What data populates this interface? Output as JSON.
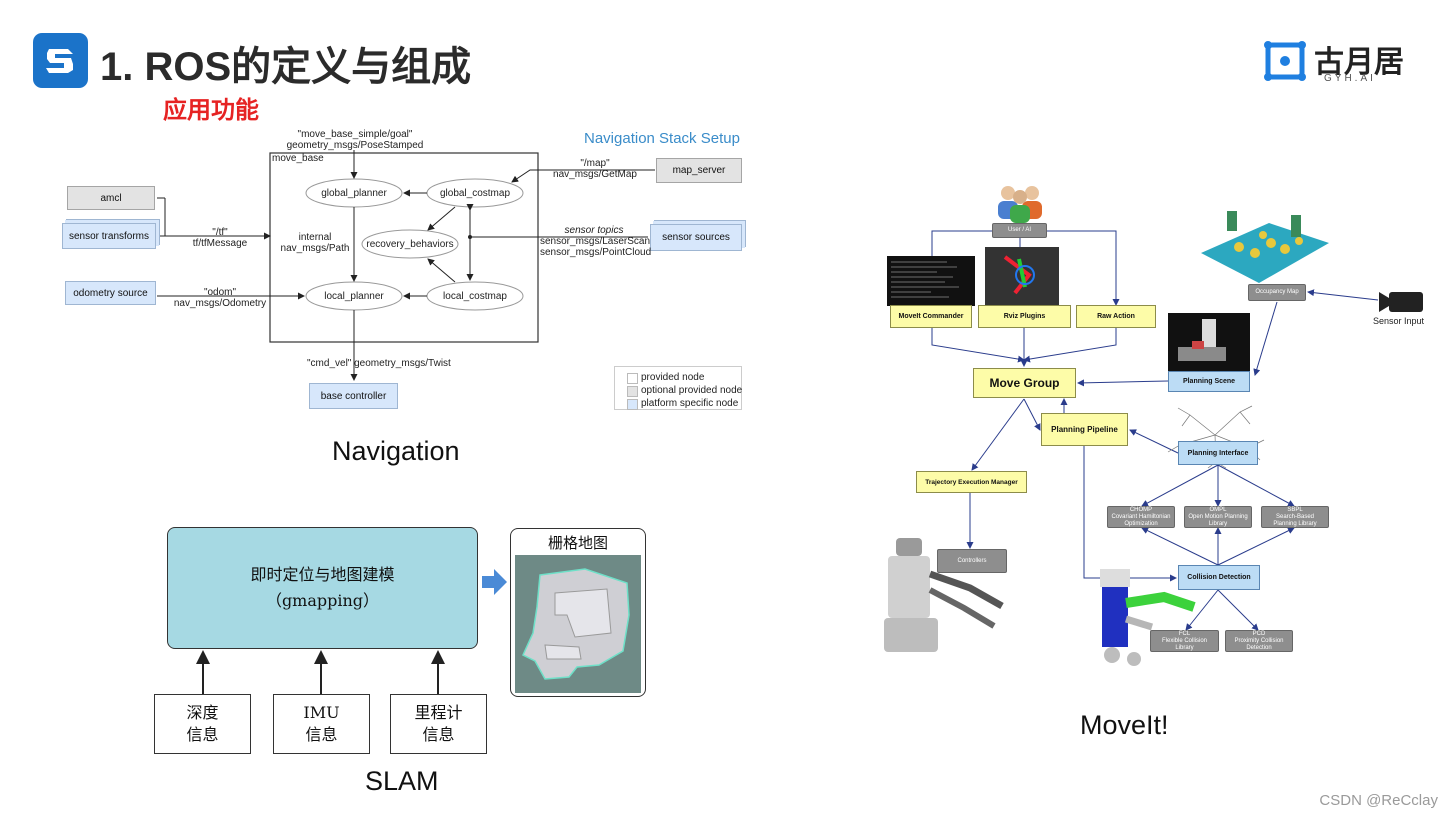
{
  "header": {
    "title": "1. ROS的定义与组成",
    "subtitle": "应用功能",
    "brand_name": "古月居",
    "brand_sub": "GYH.AI"
  },
  "navigation": {
    "title": "Navigation Stack Setup",
    "move_base_label": "move_base",
    "goal_topic": "\"move_base_simple/goal\"",
    "goal_type": "geometry_msgs/PoseStamped",
    "nodes": {
      "amcl": "amcl",
      "sensor_transforms": "sensor transforms",
      "odometry_source": "odometry source",
      "map_server": "map_server",
      "sensor_sources": "sensor sources",
      "base_controller": "base controller",
      "global_planner": "global_planner",
      "global_costmap": "global_costmap",
      "recovery_behaviors": "recovery_behaviors",
      "local_planner": "local_planner",
      "local_costmap": "local_costmap"
    },
    "edges": {
      "tf_topic": "\"/tf\"",
      "tf_type": "tf/tfMessage",
      "odom_topic": "\"odom\"",
      "odom_type": "nav_msgs/Odometry",
      "map_topic": "\"/map\"",
      "map_type": "nav_msgs/GetMap",
      "sensor_topics": "sensor topics",
      "laser_type": "sensor_msgs/LaserScan",
      "cloud_type": "sensor_msgs/PointCloud",
      "internal": "internal",
      "path_type": "nav_msgs/Path",
      "cmd_vel": "\"cmd_vel\"",
      "twist_type": "geometry_msgs/Twist"
    },
    "legend": [
      "provided node",
      "optional provided node",
      "platform specific node"
    ],
    "caption": "Navigation"
  },
  "slam": {
    "main_box_line1": "即时定位与地图建模",
    "main_box_line2": "（gmapping）",
    "map_title": "栅格地图",
    "inputs": [
      {
        "line1": "深度",
        "line2": "信息"
      },
      {
        "line1": "IMU",
        "line2": "信息"
      },
      {
        "line1": "里程计",
        "line2": "信息"
      }
    ],
    "caption": "SLAM"
  },
  "moveit": {
    "user": "User / AI",
    "commander": "MoveIt Commander",
    "rviz": "Rviz Plugins",
    "raw_action": "Raw Action",
    "move_group": "Move Group",
    "planning_scene": "Planning Scene",
    "occupancy_map": "Occupancy Map",
    "sensor_input": "Sensor Input",
    "planning_pipeline": "Planning Pipeline",
    "planning_interface": "Planning Interface",
    "trajectory_manager": "Trajectory Execution Manager",
    "controllers": "Controllers",
    "chomp": {
      "name": "CHOMP",
      "desc1": "Covariant Hamiltonian",
      "desc2": "Optimization"
    },
    "ompl": {
      "name": "OMPL",
      "desc1": "Open Motion Planning",
      "desc2": "Library"
    },
    "sbpl": {
      "name": "SBPL",
      "desc1": "Search-Based",
      "desc2": "Planning Library"
    },
    "collision_detection": "Collision Detection",
    "fcl": {
      "name": "FCL",
      "desc1": "Flexible Collision",
      "desc2": "Library"
    },
    "pcd": {
      "name": "PCD",
      "desc1": "Proximity Collision",
      "desc2": "Detection"
    },
    "caption": "MoveIt!"
  },
  "watermark": "CSDN @ReCclay"
}
